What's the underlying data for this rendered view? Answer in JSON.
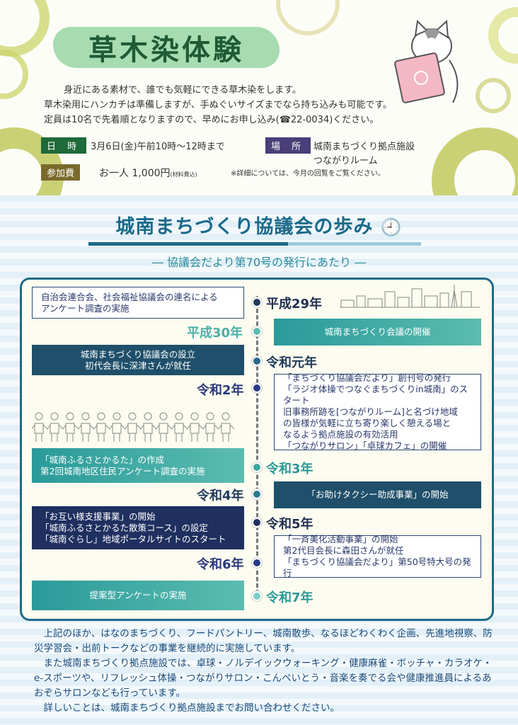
{
  "event": {
    "title": "草木染体験",
    "intro": [
      "身近にある素材で、誰でも気軽にできる草木染をします。",
      "草木染用にハンカチは準備しますが、手ぬぐいサイズまでなら持ち込みも可能です。",
      "定員は10名で先着順となりますので、早めにお申し込み(☎22-0034)ください。"
    ],
    "date_label": "日 時",
    "date_value": "3月6日(金)午前10時～12時まで",
    "place_label": "場 所",
    "place_value": [
      "城南まちづくり拠点施設",
      "つながりルーム"
    ],
    "fee_label": "参加費",
    "fee_value": "お一人 1,000円",
    "fee_note": "(材料費込)",
    "note": "※詳細については、今月の回覧をご覧ください。",
    "colors": {
      "date": "#1f6a3a",
      "place": "#4a3f78",
      "fee": "#7a6a2a"
    }
  },
  "history": {
    "title": "城南まちづくり協議会の歩み",
    "subtitle": "― 協議会だより第70号の発行にあたり ―",
    "entries": [
      {
        "year": "平成29年",
        "lines": [
          "自治会連合会、社会福祉協議会の連名による",
          "アンケート調査の実施"
        ]
      },
      {
        "year": "平成30年",
        "lines": [
          "城南まちづくり会議の開催"
        ]
      },
      {
        "year": "令和元年",
        "lines": [
          "城南まちづくり協議会の設立",
          "初代会長に深津さんが就任"
        ]
      },
      {
        "year": "令和2年",
        "lines": [
          "「まちづくり協議会だより」創刊号の発行",
          "「ラジオ体操でつなぐまちづくりin城南」のスタート",
          "旧事務所跡を[つながりルーム]と名づけ地域",
          "の皆様が気軽に立ち寄り楽しく憩える場と",
          "なるよう拠点施設の有効活用",
          "「つながりサロン」「卓球カフェ」の開催"
        ]
      },
      {
        "year": "令和3年",
        "lines": [
          "「城南ふるさとかるた」の作成",
          "第2回城南地区住民アンケート調査の実施"
        ]
      },
      {
        "year": "令和4年",
        "lines": [
          "「お助けタクシー助成事業」の開始"
        ]
      },
      {
        "year": "令和5年",
        "lines": [
          "「お互い様支援事業」の開始",
          "「城南ふるさとかるた散策コース」の設定",
          "「城南ぐらし」地域ポータルサイトのスタート"
        ]
      },
      {
        "year": "令和6年",
        "lines": [
          "「一斉美化活動事業」の開始",
          "第2代目会長に森田さんが就任",
          "「まちづくり協議会だより」第50号特大号の発行"
        ]
      },
      {
        "year": "令和7年",
        "lines": [
          "提案型アンケートの実施"
        ]
      }
    ],
    "footer": [
      "上記のほか、はなのまちづくり、フードパントリー、城南散歩、なるほどわくわく企画、先進地視察、防災学習会・出前トークなどの事業を継続的に実施しています。",
      "また城南まちづくり拠点施設では、卓球・ノルデイックウォーキング・健康麻雀・ボッチャ・カラオケ・e-スポーツや、リフレッシュ体操・つながりサロン・こんぺいとう・音楽を奏でる会や健康推進員によるあおぞらサロンなども行っています。",
      "詳しいことは、城南まちづくり拠点施設までお問い合わせください。"
    ]
  }
}
